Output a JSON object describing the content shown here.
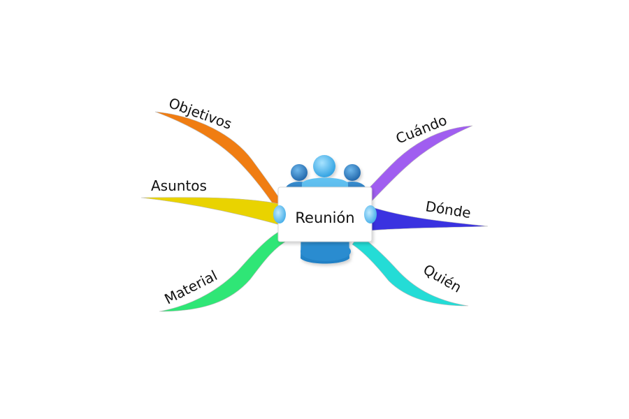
{
  "center": {
    "label": "Reunión"
  },
  "branches": [
    {
      "id": "objetivos",
      "label": "Objetivos",
      "color": "#f07d12"
    },
    {
      "id": "asuntos",
      "label": "Asuntos",
      "color": "#e9d300"
    },
    {
      "id": "material",
      "label": "Material",
      "color": "#2fe676"
    },
    {
      "id": "cuando",
      "label": "Cuándo",
      "color": "#a05ef0"
    },
    {
      "id": "donde",
      "label": "Dónde",
      "color": "#3a32e0"
    },
    {
      "id": "quien",
      "label": "Quién",
      "color": "#24dcd6"
    }
  ],
  "icon": {
    "name": "people-group-icon",
    "body_color": "#2d86c8",
    "head_color": "#2e8fd6",
    "main_head_color": "#4db4ec"
  }
}
